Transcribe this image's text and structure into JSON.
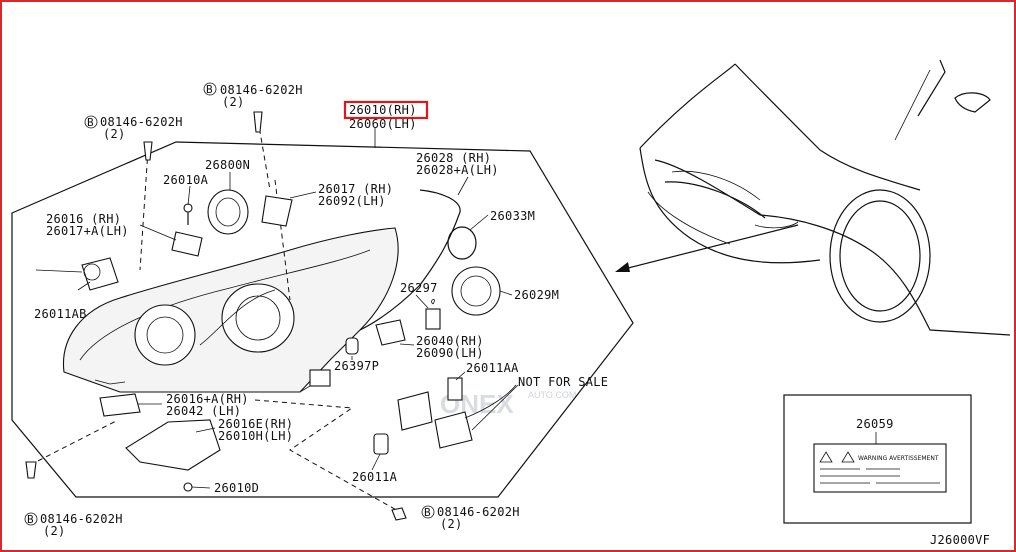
{
  "colors": {
    "frame_border": "#d8282a",
    "highlight": "#e0161b",
    "ink": "#111111",
    "watermark": "#d9dce0"
  },
  "labels": {
    "bolt_top_center": "08146-6202H",
    "bolt_top_center_qty": "(2)",
    "bolt_top_left": "08146-6202H",
    "bolt_top_left_qty": "(2)",
    "bolt_bottom_left": "08146-6202H",
    "bolt_bottom_left_qty": "(2)",
    "bolt_bottom_center": "08146-6202H",
    "bolt_bottom_center_qty": "(2)",
    "bolt_prefix": "B",
    "headlamp_rh": "26010(RH)",
    "headlamp_lh": "26060(LH)",
    "p26800N": "26800N",
    "p26010A": "26010A",
    "p26016": "26016  (RH)",
    "p26017A": "26017+A(LH)",
    "p26017": "26017 (RH)",
    "p26092": "26092(LH)",
    "p26028": "26028  (RH)",
    "p26028A": "26028+A(LH)",
    "p26033M": "26033M",
    "p26297": "26297",
    "p26029M": "26029M",
    "p26011AB": "26011AB",
    "p26040": "26040(RH)",
    "p26090": "26090(LH)",
    "p26397P": "26397P",
    "p26011AA": "26011AA",
    "not_for_sale": "NOT FOR SALE",
    "p26016A": "26016+A(RH)",
    "p26042": "26042  (LH)",
    "p26016E": "26016E(RH)",
    "p26010H": "26010H(LH)",
    "p26010D": "26010D",
    "p26011A": "26011A",
    "p26059": "26059",
    "warning_label_text": "WARNING AVERTISSEMENT",
    "diagram_code": "J26000VF"
  },
  "watermark": {
    "brand": "ONEX",
    "domain": "AUTO.COM"
  }
}
